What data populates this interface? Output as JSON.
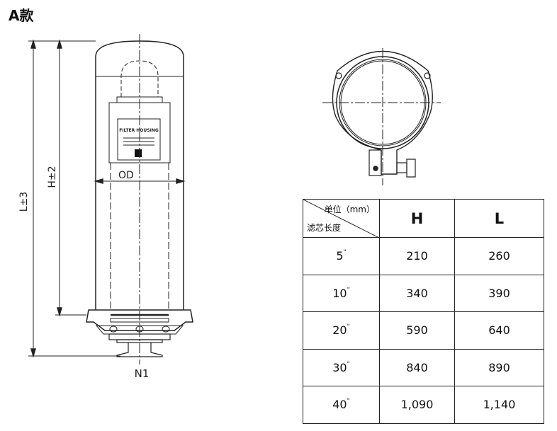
{
  "title": "A款",
  "drawing": {
    "dim_L": "L±3",
    "dim_H": "H±2",
    "dim_OD": "OD",
    "port_N1": "N1",
    "label_plate": "FILTER HOUSING"
  },
  "table": {
    "corner_unit": "单位（mm）",
    "corner_row_label": "滤芯长度",
    "headers": [
      "H",
      "L"
    ],
    "rows": [
      {
        "length": "5",
        "H": "210",
        "L": "260"
      },
      {
        "length": "10",
        "H": "340",
        "L": "390"
      },
      {
        "length": "20",
        "H": "590",
        "L": "640"
      },
      {
        "length": "30",
        "H": "840",
        "L": "890"
      },
      {
        "length": "40",
        "H": "1,090",
        "L": "1,140"
      }
    ],
    "length_mark": "\""
  }
}
